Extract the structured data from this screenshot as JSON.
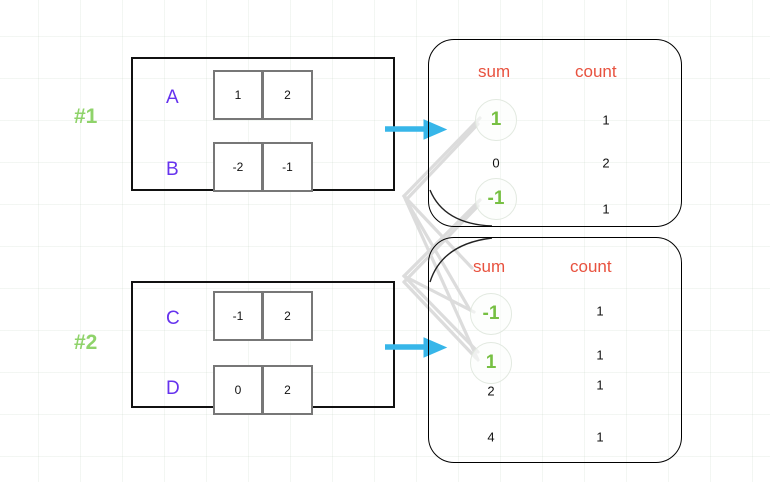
{
  "diagram": {
    "title": "shuffle-sum-count-diagram",
    "colors": {
      "group_label": "#8fd36a",
      "letter": "#6633ee",
      "header": "#e8523f",
      "highlight": "#77c043",
      "arrow": "#37b6e9",
      "box_border": "#111111",
      "cell_border": "#777777",
      "connector": "#dcdcdc"
    },
    "groups": [
      {
        "label": "#1",
        "rows": [
          {
            "letter": "A",
            "values": [
              "1",
              "2"
            ]
          },
          {
            "letter": "B",
            "values": [
              "-2",
              "-1"
            ]
          }
        ]
      },
      {
        "label": "#2",
        "rows": [
          {
            "letter": "C",
            "values": [
              "-1",
              "2"
            ]
          },
          {
            "letter": "D",
            "values": [
              "0",
              "2"
            ]
          }
        ]
      }
    ],
    "panels": [
      {
        "name": "panel-1",
        "headers": {
          "sum": "sum",
          "count": "count"
        },
        "rows": [
          {
            "sum": "1",
            "count": "1",
            "highlight": true
          },
          {
            "sum": "0",
            "count": "2",
            "highlight": false
          },
          {
            "sum": "-1",
            "count": "1",
            "highlight": true
          }
        ]
      },
      {
        "name": "panel-2",
        "headers": {
          "sum": "sum",
          "count": "count"
        },
        "rows": [
          {
            "sum": "-1",
            "count": "1",
            "highlight": true
          },
          {
            "sum": "1",
            "count": "1",
            "highlight": true
          },
          {
            "sum": "2",
            "count": "1",
            "highlight": false
          },
          {
            "sum": "4",
            "count": "1",
            "highlight": false
          }
        ]
      }
    ],
    "arrows": [
      {
        "name": "arrow-group1-to-panel1"
      },
      {
        "name": "arrow-group2-to-panel2"
      }
    ]
  }
}
